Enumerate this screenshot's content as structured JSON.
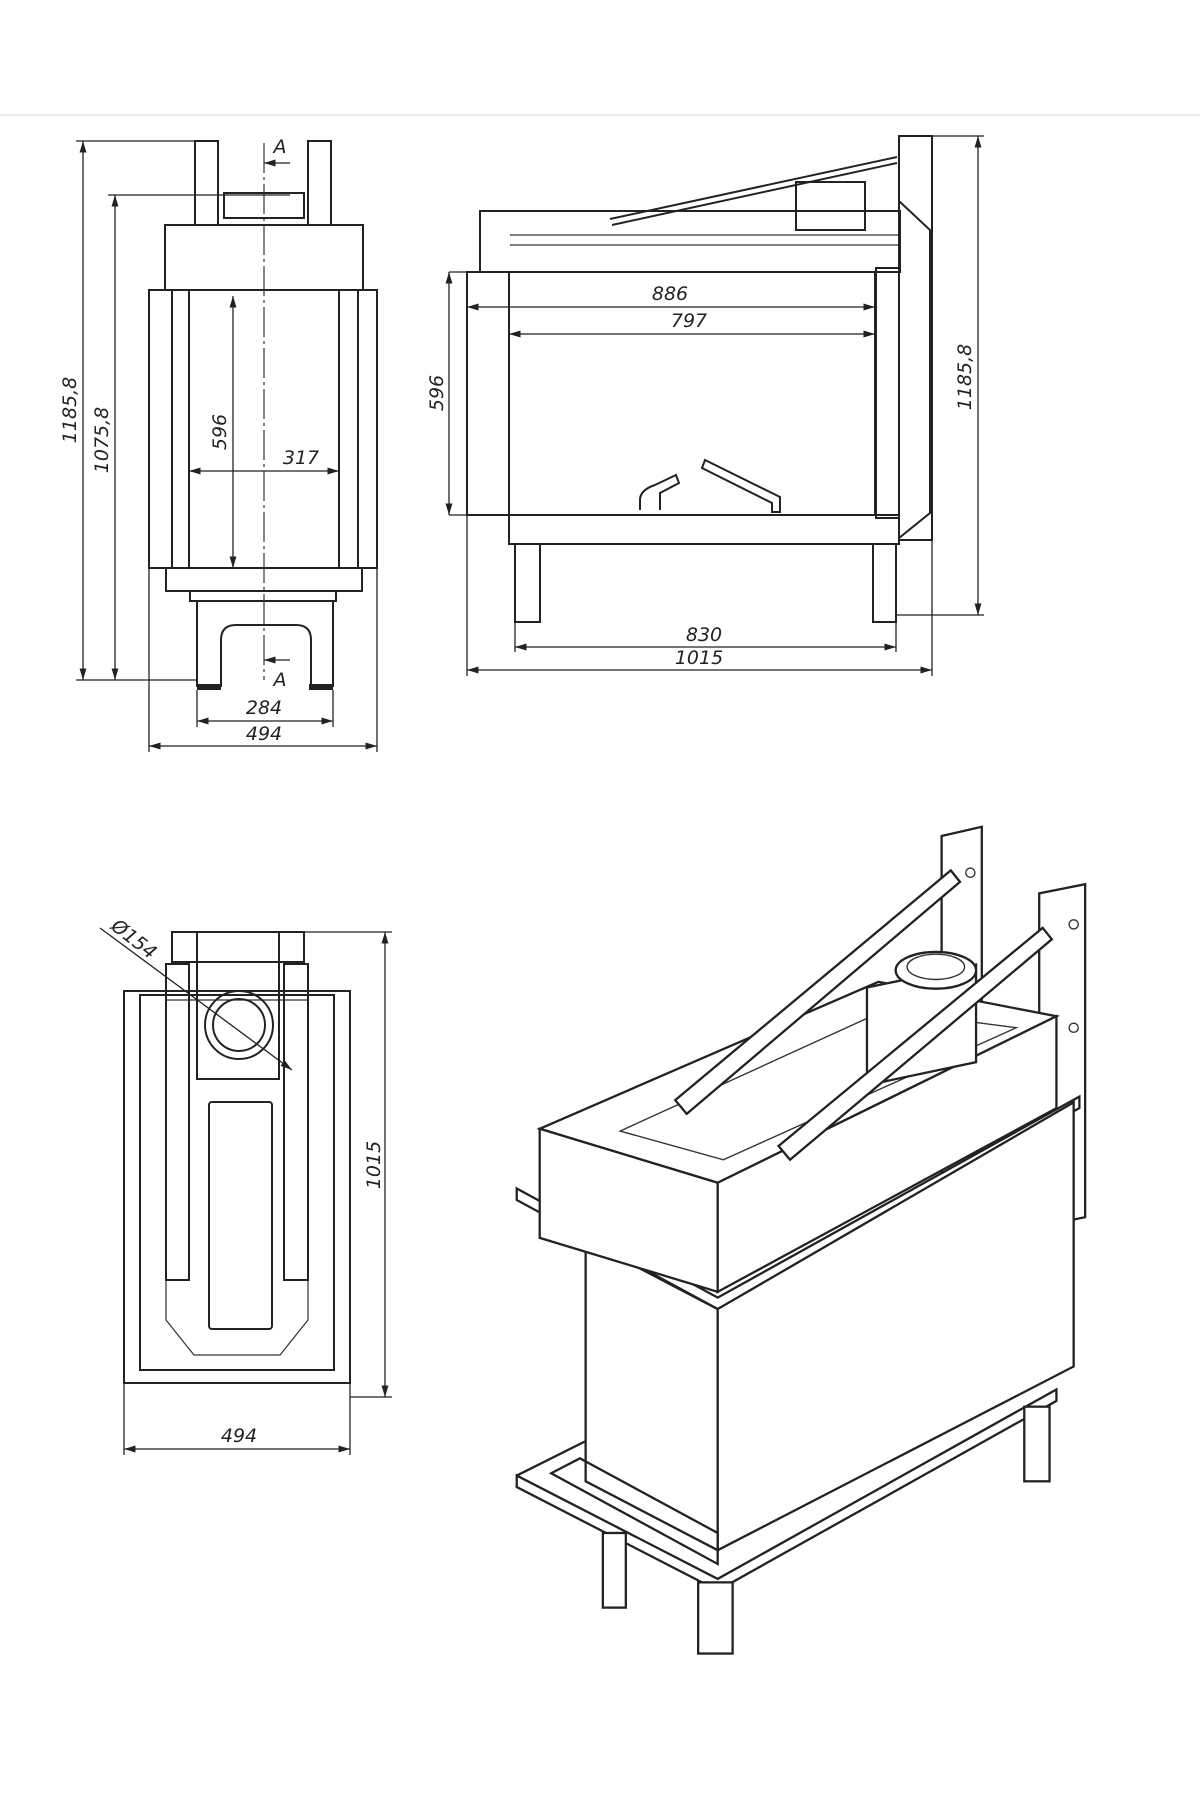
{
  "front_view": {
    "dims": {
      "total_height": "1185,8",
      "height_to_flue": "1075,8",
      "glass_height": "596",
      "glass_width": "317",
      "leg_spacing": "284",
      "overall_width": "494"
    },
    "section_marker": "A"
  },
  "side_view": {
    "dims": {
      "outer_opening": "886",
      "glass_width": "797",
      "glass_height": "596",
      "total_height": "1185,8",
      "leg_spacing": "830",
      "overall_width": "1015"
    }
  },
  "top_view": {
    "dims": {
      "flue_diameter": "Ø154",
      "depth": "1015",
      "width": "494"
    }
  }
}
